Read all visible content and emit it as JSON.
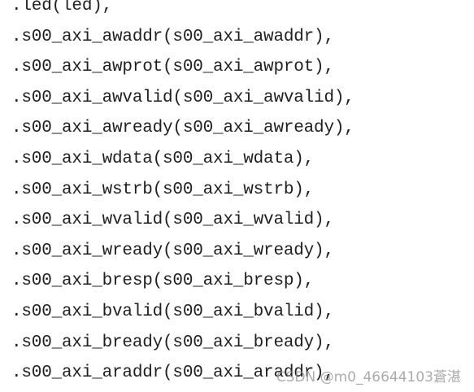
{
  "code_lines": [
    ".led(led),",
    ".s00_axi_awaddr(s00_axi_awaddr),",
    ".s00_axi_awprot(s00_axi_awprot),",
    ".s00_axi_awvalid(s00_axi_awvalid),",
    ".s00_axi_awready(s00_axi_awready),",
    ".s00_axi_wdata(s00_axi_wdata),",
    ".s00_axi_wstrb(s00_axi_wstrb),",
    ".s00_axi_wvalid(s00_axi_wvalid),",
    ".s00_axi_wready(s00_axi_wready),",
    ".s00_axi_bresp(s00_axi_bresp),",
    ".s00_axi_bvalid(s00_axi_bvalid),",
    ".s00_axi_bready(s00_axi_bready),",
    ".s00_axi_araddr(s00_axi_araddr),"
  ],
  "watermark": "CSDN @m0_46644103蒼湛"
}
